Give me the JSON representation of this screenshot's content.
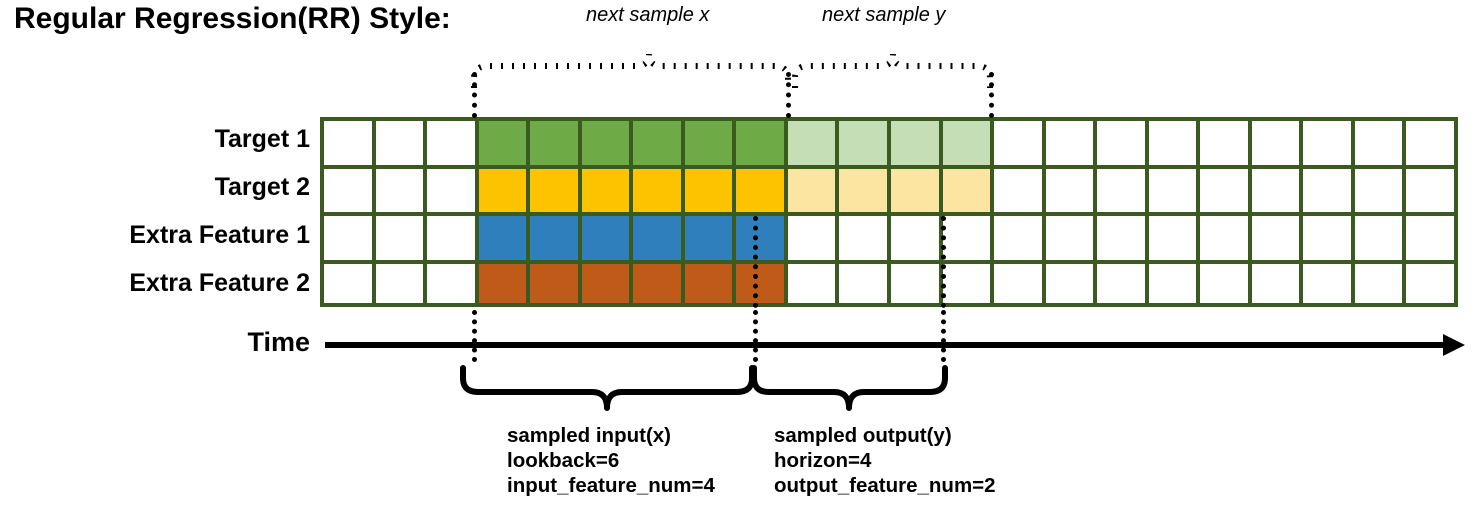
{
  "title": "Regular Regression(RR) Style:",
  "top_annotations": {
    "next_x": "next sample x",
    "next_y": "next sample y"
  },
  "rows": [
    {
      "label": "Target 1",
      "dark": "#6EAB46",
      "light": "#C5DEB5",
      "dark_start": 3,
      "dark_count": 6,
      "light_count": 4
    },
    {
      "label": "Target 2",
      "dark": "#FDC300",
      "light": "#FCE5A0",
      "dark_start": 3,
      "dark_count": 6,
      "light_count": 4
    },
    {
      "label": "Extra Feature 1",
      "dark": "#2E7FBB",
      "light": null,
      "dark_start": 3,
      "dark_count": 6,
      "light_count": 0
    },
    {
      "label": "Extra Feature 2",
      "dark": "#C05A18",
      "light": null,
      "dark_start": 3,
      "dark_count": 6,
      "light_count": 0
    }
  ],
  "grid": {
    "columns": 22,
    "border_color": "#3B5A20",
    "empty_color": "#FFFFFF"
  },
  "time_axis": {
    "label": "Time"
  },
  "captions": {
    "input": {
      "line1": "sampled input(x)",
      "line2": "lookback=6",
      "line3": "input_feature_num=4"
    },
    "output": {
      "line1": "sampled output(y)",
      "line2": "horizon=4",
      "line3": "output_feature_num=2"
    }
  }
}
